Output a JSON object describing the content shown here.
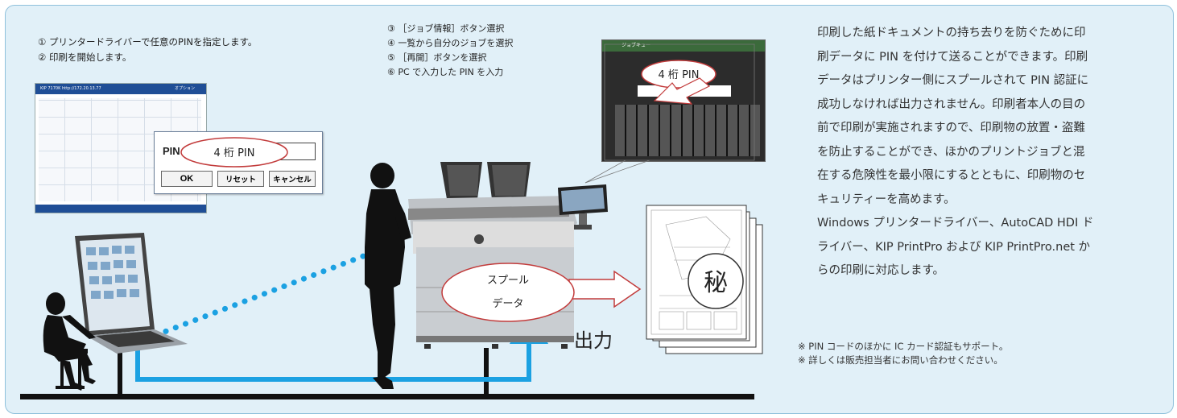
{
  "steps_left": [
    "① プリンタードライバーで任意のPINを指定します。",
    "② 印刷を開始します。"
  ],
  "steps_top": [
    "③ ［ジョブ情報］ボタン選択",
    "④ 一覧から自分のジョブを選択",
    "⑤ ［再開］ボタンを選択",
    "⑥ PC で入力した PIN を入力"
  ],
  "driver": {
    "header_left": "KIP 7170K  http://172.20.13.77",
    "header_right": "オプション",
    "pin_label": "PIN :",
    "pin_value": "4 桁 PIN",
    "ok_label": "OK",
    "reset_label": "リセット",
    "cancel_label": "キャンセル"
  },
  "tablet": {
    "title": "ジョブキュー",
    "pin_bubble": "4 桁 PIN"
  },
  "spool_label_1": "スプール",
  "spool_label_2": "データ",
  "output_label": "出力",
  "secret_mark": "秘",
  "description": [
    "印刷した紙ドキュメントの持ち去りを防ぐために印",
    "刷データに PIN を付けて送ることができます。印刷",
    "データはプリンター側にスプールされて PIN 認証に",
    "成功しなければ出力されません。印刷者本人の目の",
    "前で印刷が実施されますので、印刷物の放置・盗難",
    "を防止することができ、ほかのプリントジョブと混",
    "在する危険性を最小限にするとともに、印刷物のセ",
    "キュリティーを高めます。",
    "Windows プリンタードライバー、AutoCAD HDI ド",
    "ライバー、KIP PrintPro および KIP PrintPro.net か",
    "らの印刷に対応します。"
  ],
  "notes": [
    "※ PIN コードのほかに IC カード認証もサポート。",
    "※ 詳しくは販売担当者にお問い合わせください。"
  ],
  "colors": {
    "frame_bg": "#e1f0f8",
    "frame_border": "#8fc1dc",
    "arrow_blue": "#1ba1e2",
    "driver_header": "#1f4e96"
  }
}
